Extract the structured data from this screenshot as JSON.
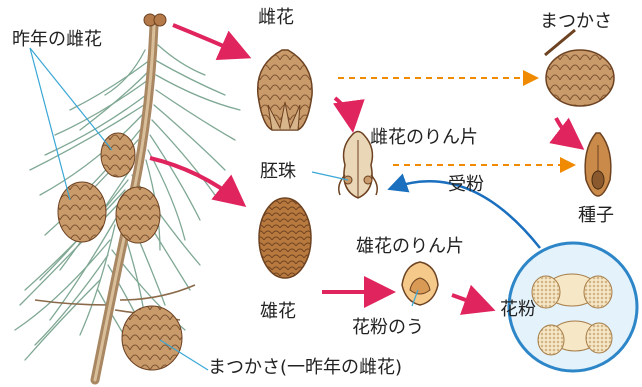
{
  "labels": {
    "last_year_female_flower": "昨年の雌花",
    "female_flower": "雌花",
    "female_scale": "雌花のりん片",
    "ovule": "胚珠",
    "pollination": "受粉",
    "male_flower": "雄花",
    "male_scale": "雄花のりん片",
    "pollen_sac": "花粉のう",
    "pollen": "花粉",
    "pine_cone": "まつかさ",
    "seed": "種子",
    "old_cone": "まつかさ(一昨年の雌花)"
  },
  "colors": {
    "red_arrow": "#e0245e",
    "orange_dashed_arrow": "#f08a00",
    "blue_arrow": "#1a6fbf",
    "leader_line": "#3aa7d6",
    "needles": "#7fa894",
    "cone_brown": "#b07a48",
    "pollen_circle_fill": "#e4f2fb",
    "pollen_circle_border": "#2d86c8"
  }
}
